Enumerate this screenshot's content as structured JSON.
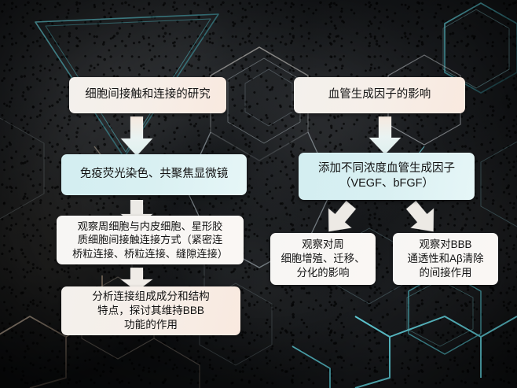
{
  "slide": {
    "background_style": "dark textured mossy photo with teal hexagonal tech line overlay",
    "colors": {
      "cream_box": "#f6efe9",
      "teal_box": "#d9f0f2",
      "white_box": "#f9f7f5",
      "hex_line_teal": "#5fd4de",
      "hex_line_warm": "#b9a593",
      "text": "#131313",
      "arrow_fill": "#f2efec"
    }
  },
  "flowchart": {
    "left_branch": {
      "title": "细胞间接触和连接的研究",
      "steps": [
        {
          "id": "left-step-1",
          "label": "免疫荧光染色、共聚焦显微镜",
          "style": "teal"
        },
        {
          "id": "left-step-2",
          "label": "观察周细胞与内皮细胞、星形胶\n质细胞间接触连接方式（紧密连\n桥粒连接、桥粒连接、缝隙连接）",
          "style": "white"
        },
        {
          "id": "left-step-3",
          "label": "分析连接组成成分和结构\n特点，探讨其维持BBB\n功能的作用",
          "style": "cream"
        }
      ]
    },
    "right_branch": {
      "title": "血管生成因子的影响",
      "steps": [
        {
          "id": "right-step-1",
          "label": "添加不同浓度血管生成因子\n（VEGF、bFGF）",
          "style": "teal"
        }
      ],
      "outcomes": [
        {
          "id": "right-outcome-1",
          "label": "观察对周\n细胞增殖、迁移、\n分化的影响",
          "style": "white"
        },
        {
          "id": "right-outcome-2",
          "label": "观察对BBB\n通透性和Aβ清除\n的间接作用",
          "style": "white"
        }
      ]
    },
    "connectors": [
      {
        "id": "arrow-left-1",
        "from": "left-title",
        "to": "left-step-1",
        "direction": "down"
      },
      {
        "id": "arrow-left-2",
        "from": "left-step-1",
        "to": "left-step-2",
        "direction": "down"
      },
      {
        "id": "arrow-left-3",
        "from": "left-step-2",
        "to": "left-step-3",
        "direction": "down"
      },
      {
        "id": "arrow-right-1",
        "from": "right-title",
        "to": "right-step-1",
        "direction": "down"
      },
      {
        "id": "arrow-right-2",
        "from": "right-step-1",
        "to": "right-outcome-1",
        "direction": "down-left"
      },
      {
        "id": "arrow-right-3",
        "from": "right-step-1",
        "to": "right-outcome-2",
        "direction": "down-right"
      }
    ]
  }
}
